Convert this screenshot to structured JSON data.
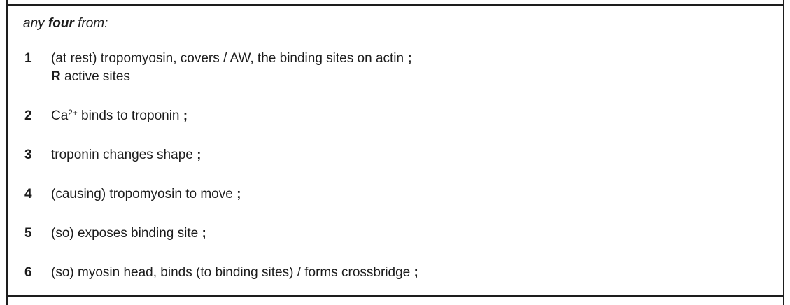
{
  "document": {
    "kind": "mark-scheme-cell",
    "intro": [
      {
        "t": "any ",
        "i": true
      },
      {
        "t": "four",
        "i": true,
        "b": true
      },
      {
        "t": " from:",
        "i": true
      }
    ],
    "points": [
      {
        "num": "1",
        "lines": [
          [
            {
              "t": "(at rest) tropomyosin, covers / AW, the binding sites on actin "
            },
            {
              "t": ";",
              "b": true
            }
          ],
          [
            {
              "t": "R",
              "b": true
            },
            {
              "t": " active sites"
            }
          ]
        ]
      },
      {
        "num": "2",
        "lines": [
          [
            {
              "t": "Ca"
            },
            {
              "t": "2+",
              "sup": true
            },
            {
              "t": " binds to troponin "
            },
            {
              "t": ";",
              "b": true
            }
          ]
        ]
      },
      {
        "num": "3",
        "lines": [
          [
            {
              "t": "troponin changes shape "
            },
            {
              "t": ";",
              "b": true
            }
          ]
        ]
      },
      {
        "num": "4",
        "lines": [
          [
            {
              "t": "(causing) tropomyosin to move "
            },
            {
              "t": ";",
              "b": true
            }
          ]
        ]
      },
      {
        "num": "5",
        "lines": [
          [
            {
              "t": "(so) exposes binding site "
            },
            {
              "t": ";",
              "b": true
            }
          ]
        ]
      },
      {
        "num": "6",
        "lines": [
          [
            {
              "t": "(so) myosin "
            },
            {
              "t": "head",
              "u": true
            },
            {
              "t": ", binds (to binding sites) / forms crossbridge "
            },
            {
              "t": ";",
              "b": true
            }
          ]
        ]
      }
    ],
    "colors": {
      "border": "#1d1d1d",
      "text": "#1c1c1c",
      "background": "#ffffff"
    }
  }
}
